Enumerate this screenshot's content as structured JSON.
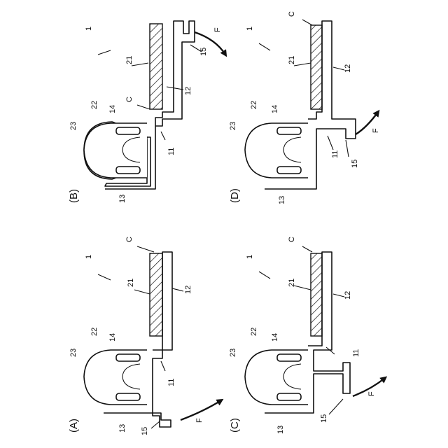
{
  "figure": {
    "panels": [
      {
        "id": "A",
        "caption": "(A)",
        "labels": {
          "n1": "1",
          "n11": "11",
          "n12": "12",
          "n13": "13",
          "n14": "14",
          "n15": "15",
          "n21": "21",
          "n22": "22",
          "n23": "23",
          "c": "C",
          "f": "F"
        }
      },
      {
        "id": "B",
        "caption": "(B)",
        "labels": {
          "n1": "1",
          "n11": "11",
          "n12": "12",
          "n13": "13",
          "n14": "14",
          "n15": "15",
          "n21": "21",
          "n22": "22",
          "n23": "23",
          "c": "C",
          "f": "F"
        }
      },
      {
        "id": "C",
        "caption": "(C)",
        "labels": {
          "n1": "1",
          "n11": "11",
          "n12": "12",
          "n13": "13",
          "n14": "14",
          "n15": "15",
          "n21": "21",
          "n22": "22",
          "n23": "23",
          "c": "C",
          "f": "F"
        }
      },
      {
        "id": "D",
        "caption": "(D)",
        "labels": {
          "n1": "1",
          "n11": "11",
          "n12": "12",
          "n13": "13",
          "n14": "14",
          "n15": "15",
          "n21": "21",
          "n22": "22",
          "n23": "23",
          "c": "C",
          "f": "F"
        }
      }
    ]
  }
}
